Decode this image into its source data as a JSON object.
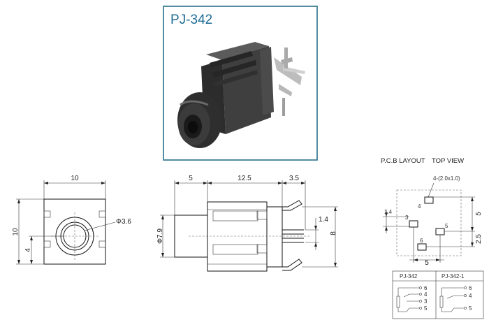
{
  "product": {
    "model": "PJ-342",
    "colors": {
      "frame": "#2a6f8e",
      "title": "#1e6d95",
      "body": "#3a3a3a"
    }
  },
  "front_view": {
    "width_dim": "10",
    "height_dim": "10",
    "offset_dim": "4",
    "hole_dim": "Φ3.6"
  },
  "side_view": {
    "dims": [
      "5",
      "12.5",
      "3.5"
    ],
    "dia_dim": "Φ7.9",
    "pin_dim": "1.4",
    "height_dim": "8"
  },
  "pcb": {
    "title": "P.C.B LAYOUT",
    "subtitle": "TOP VIEW",
    "pad_callout": "4-(2.0x1.0)",
    "pins": [
      "4",
      "3",
      "5",
      "6"
    ],
    "dim_left": "1.4",
    "dim_right_top": "5",
    "dim_right_bottom": "2.5",
    "dim_bottom": "5"
  },
  "schematic": {
    "headers": [
      "PJ-342",
      "PJ-342-1"
    ],
    "left_pins": [
      "6",
      "4",
      "3",
      "5"
    ],
    "right_pins": [
      "6",
      "4",
      "5"
    ]
  }
}
